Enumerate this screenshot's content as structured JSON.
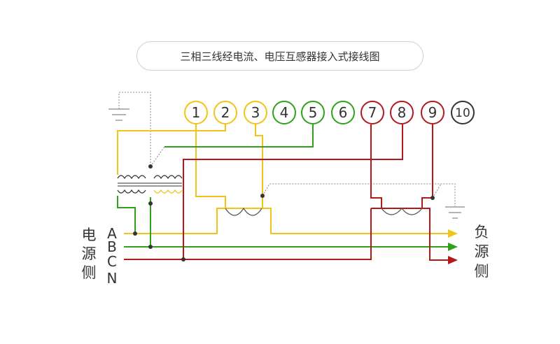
{
  "title": "三相三线经电流、电压互感器接入式接线图",
  "terminals": [
    "1",
    "2",
    "3",
    "4",
    "5",
    "6",
    "7",
    "8",
    "9",
    "10"
  ],
  "source_label": [
    "电",
    "源",
    "侧"
  ],
  "load_label": [
    "负",
    "源",
    "侧"
  ],
  "phases": [
    "A",
    "B",
    "C",
    "N"
  ],
  "colors": {
    "yellow": "#f0c419",
    "green": "#2ea31a",
    "red": "#b3191b",
    "dark": "#333333",
    "ground": "#888888"
  }
}
